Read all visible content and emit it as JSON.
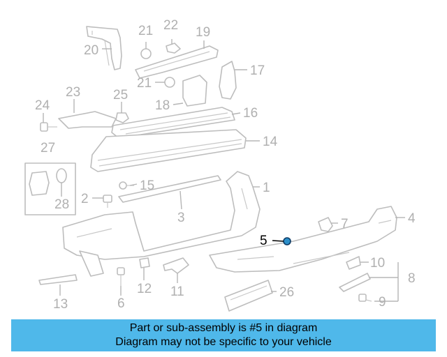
{
  "callouts": [
    "20",
    "21",
    "22",
    "19",
    "17",
    "21",
    "18",
    "24",
    "23",
    "25",
    "16",
    "14",
    "27",
    "15",
    "1",
    "2",
    "28",
    "3",
    "4",
    "5",
    "7",
    "10",
    "8",
    "12",
    "11",
    "13",
    "6",
    "26",
    "9"
  ],
  "highlight_index": 19,
  "banner": {
    "line1": "Part or sub-assembly is #5 in diagram",
    "line2": "Diagram may not be specific to your vehicle"
  },
  "colors": {
    "banner_bg": "#4fb8ea",
    "part_outline": "#bdbdbd",
    "callout_gray": "#b0b0b0",
    "highlight_part": "#2c8fc9"
  }
}
